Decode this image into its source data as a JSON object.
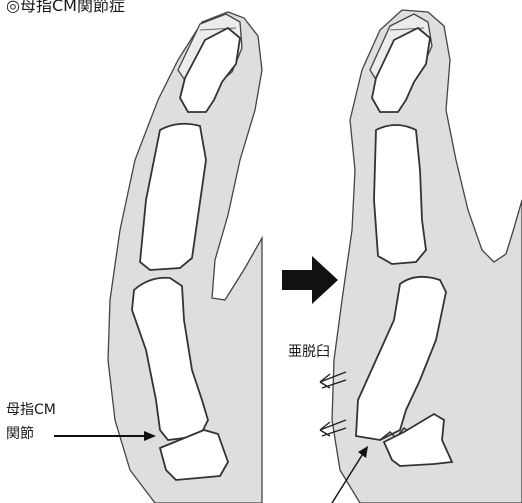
{
  "title": "◎母指CM関節症",
  "labels": {
    "cm_joint_line1": "母指CM",
    "cm_joint_line2": "関節",
    "subluxation": "亜脱臼"
  },
  "colors": {
    "skin": "#dedede",
    "outline": "#333333",
    "bone": "#ffffff",
    "nail": "#ececec",
    "arrow": "#111111"
  }
}
